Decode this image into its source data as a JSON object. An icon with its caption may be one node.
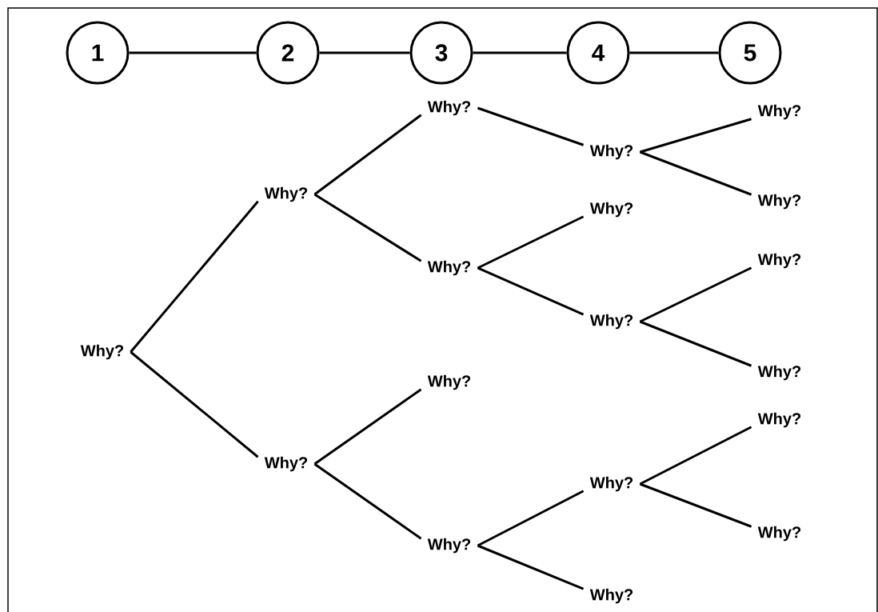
{
  "diagram": {
    "nodes": [
      {
        "text": [
          "1"
        ]
      },
      {
        "text": [
          "2"
        ]
      },
      {
        "text": [
          "3"
        ]
      },
      {
        "text": [
          "4"
        ]
      },
      {
        "text": [
          "5"
        ]
      },
      {
        "text": [
          "Why?"
        ]
      },
      {
        "text": [
          "Why?"
        ]
      },
      {
        "text": [
          "Why?"
        ]
      },
      {
        "text": [
          "Why?"
        ]
      },
      {
        "text": [
          "Why?"
        ]
      },
      {
        "text": [
          "Why?"
        ]
      },
      {
        "text": [
          "Why?"
        ]
      },
      {
        "text": [
          "Why?"
        ]
      },
      {
        "text": [
          "Why?"
        ]
      },
      {
        "text": [
          "Why?"
        ]
      },
      {
        "text": [
          "Why?"
        ]
      },
      {
        "text": [
          "Why?"
        ]
      },
      {
        "text": [
          "Why?"
        ]
      },
      {
        "text": [
          "Why?"
        ]
      },
      {
        "text": [
          "Why?"
        ]
      },
      {
        "text": [
          "Why?"
        ]
      },
      {
        "text": [
          "Why?"
        ]
      },
      {
        "text": [
          "Why?"
        ]
      }
    ],
    "edges": [
      {
        "from": 0,
        "to": 1,
        "arrow": "none"
      },
      {
        "from": 1,
        "to": 2,
        "arrow": "none"
      },
      {
        "from": 2,
        "to": 3,
        "arrow": "none"
      },
      {
        "from": 3,
        "to": 4,
        "arrow": "none"
      },
      {
        "from": 5,
        "to": 6,
        "arrow": "none"
      },
      {
        "from": 5,
        "to": 7,
        "arrow": "none"
      },
      {
        "from": 6,
        "to": 8,
        "arrow": "none"
      },
      {
        "from": 6,
        "to": 9,
        "arrow": "none"
      },
      {
        "from": 7,
        "to": 10,
        "arrow": "none"
      },
      {
        "from": 7,
        "to": 11,
        "arrow": "none"
      },
      {
        "from": 8,
        "to": 12,
        "arrow": "none"
      },
      {
        "from": 9,
        "to": 13,
        "arrow": "none"
      },
      {
        "from": 9,
        "to": 14,
        "arrow": "none"
      },
      {
        "from": 11,
        "to": 15,
        "arrow": "none"
      },
      {
        "from": 11,
        "to": 16,
        "arrow": "none"
      },
      {
        "from": 12,
        "to": 17,
        "arrow": "none"
      },
      {
        "from": 12,
        "to": 18,
        "arrow": "none"
      },
      {
        "from": 14,
        "to": 19,
        "arrow": "none"
      },
      {
        "from": 14,
        "to": 20,
        "arrow": "none"
      },
      {
        "from": 15,
        "to": 21,
        "arrow": "none"
      },
      {
        "from": 15,
        "to": 22,
        "arrow": "none"
      }
    ]
  }
}
